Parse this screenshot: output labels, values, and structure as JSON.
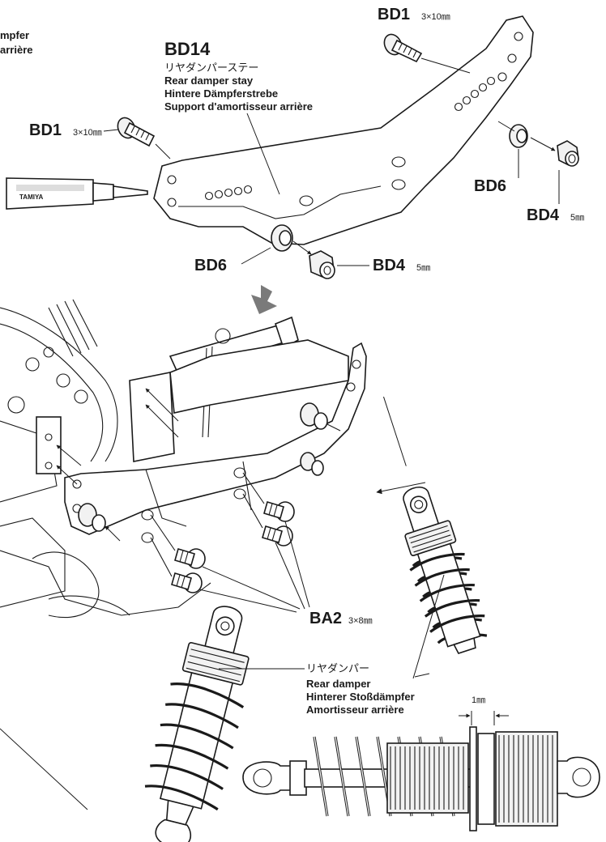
{
  "edge_labels": {
    "top_left_1": "mpfer",
    "top_left_2": "arrière"
  },
  "stay": {
    "code": "BD14",
    "jp": "リヤダンパーステー",
    "en": "Rear damper stay",
    "de": "Hintere Dämpferstrebe",
    "fr": "Support d'amortisseur arrière"
  },
  "parts": {
    "bd1_top": {
      "code": "BD1",
      "size": "3×10㎜"
    },
    "bd1_left": {
      "code": "BD1",
      "size": "3×10㎜"
    },
    "bd6_right": {
      "code": "BD6"
    },
    "bd4_right": {
      "code": "BD4",
      "size": "5㎜"
    },
    "bd6_center": {
      "code": "BD6"
    },
    "bd4_center": {
      "code": "BD4",
      "size": "5㎜"
    },
    "ba2": {
      "code": "BA2",
      "size": "3×8㎜"
    }
  },
  "damper": {
    "jp": "リヤダンパー",
    "en": "Rear damper",
    "de": "Hinterer Stoßdämpfer",
    "fr": "Amortisseur arrière",
    "gap": "1㎜"
  },
  "tube_label": "TAMIYA",
  "colors": {
    "ink": "#1a1a1a",
    "arrow": "#7a7a7a",
    "paper": "#ffffff"
  },
  "icons": [
    "screw-icon",
    "nut-icon",
    "washer-icon",
    "glue-tube-icon",
    "arrow-down-icon"
  ]
}
